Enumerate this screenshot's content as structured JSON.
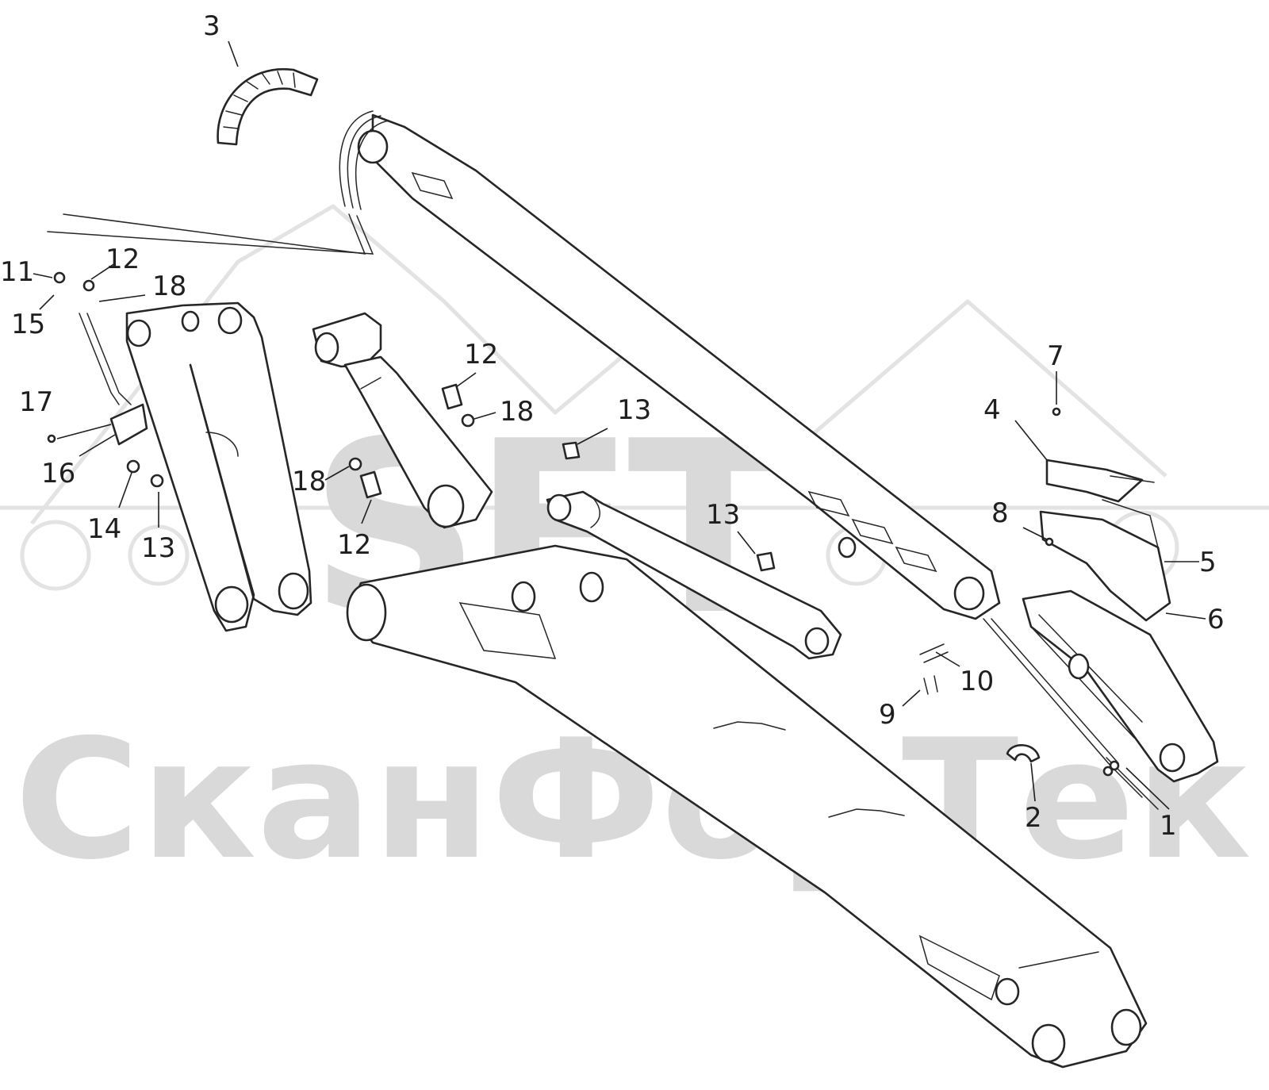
{
  "watermark": {
    "logo_text": "SFT",
    "company_text": "СканФорТек",
    "color": "#d9d9d9"
  },
  "callouts": [
    {
      "id": "c1",
      "label": "1"
    },
    {
      "id": "c2",
      "label": "2"
    },
    {
      "id": "c3",
      "label": "3"
    },
    {
      "id": "c4",
      "label": "4"
    },
    {
      "id": "c5",
      "label": "5"
    },
    {
      "id": "c6",
      "label": "6"
    },
    {
      "id": "c7",
      "label": "7"
    },
    {
      "id": "c8",
      "label": "8"
    },
    {
      "id": "c9",
      "label": "9"
    },
    {
      "id": "c10",
      "label": "10"
    },
    {
      "id": "c11",
      "label": "11"
    },
    {
      "id": "c12a",
      "label": "12"
    },
    {
      "id": "c12b",
      "label": "12"
    },
    {
      "id": "c12c",
      "label": "12"
    },
    {
      "id": "c13a",
      "label": "13"
    },
    {
      "id": "c13b",
      "label": "13"
    },
    {
      "id": "c13c",
      "label": "13"
    },
    {
      "id": "c14",
      "label": "14"
    },
    {
      "id": "c15",
      "label": "15"
    },
    {
      "id": "c16",
      "label": "16"
    },
    {
      "id": "c17",
      "label": "17"
    },
    {
      "id": "c18a",
      "label": "18"
    },
    {
      "id": "c18b",
      "label": "18"
    },
    {
      "id": "c18c",
      "label": "18"
    }
  ],
  "colors": {
    "line": "#262626",
    "background": "#ffffff"
  }
}
